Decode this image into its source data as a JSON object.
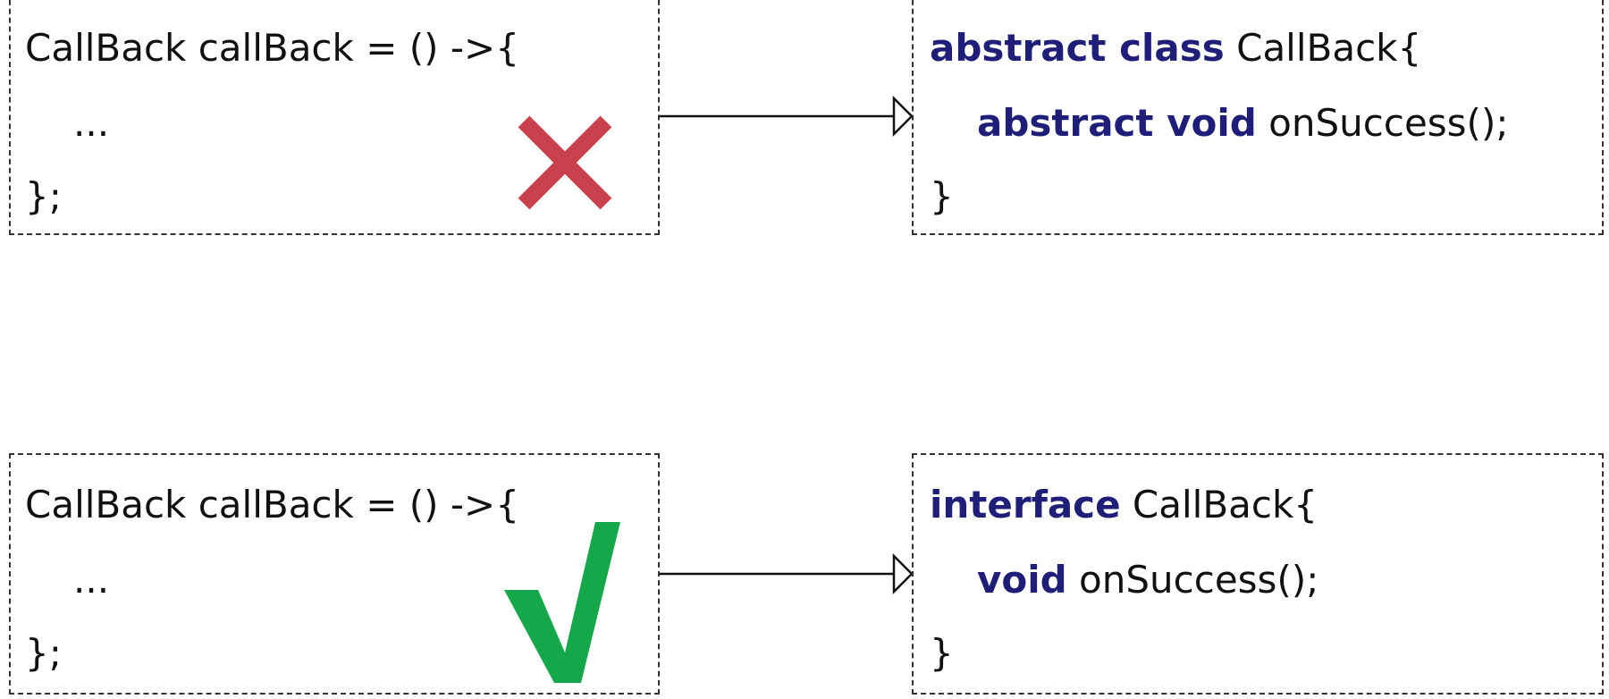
{
  "rows": [
    {
      "left": {
        "line1": "CallBack callBack = () ->{",
        "line2": "...",
        "line3": "};"
      },
      "right": {
        "l1_kw": "abstract class",
        "l1_txt": " CallBack{",
        "l2_kw": "abstract void",
        "l2_txt": " onSuccess();",
        "l3": "}"
      },
      "verdict": {
        "icon": "cross-icon",
        "color": "#c8414d"
      }
    },
    {
      "left": {
        "line1": "CallBack callBack = () ->{",
        "line2": "...",
        "line3": "};"
      },
      "right": {
        "l1_kw": "interface",
        "l1_txt": " CallBack{",
        "l2_kw": "void",
        "l2_txt": " onSuccess();",
        "l3": "}"
      },
      "verdict": {
        "icon": "check-icon",
        "color": "#14a84a"
      }
    }
  ]
}
